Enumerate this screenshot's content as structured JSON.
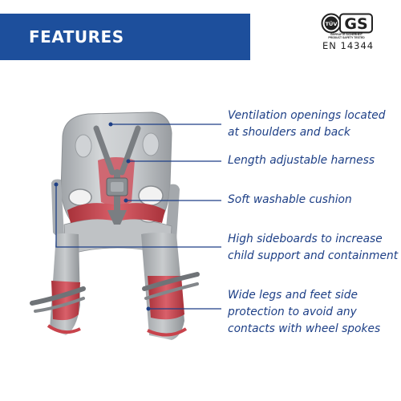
{
  "banner": {
    "title": "FEATURES"
  },
  "certification": {
    "mark_text": "GS",
    "tuv_text": "TÜV",
    "description_line1": "Geprüfte Sicherheit",
    "description_line2": "Product safety tested",
    "standard": "EN 14344"
  },
  "features": [
    {
      "line1": "Ventilation openings located",
      "line2": "at shoulders and back"
    },
    {
      "line1": "Length adjustable harness"
    },
    {
      "line1": "Soft washable cushion"
    },
    {
      "line1": "High sideboards to increase",
      "line2": "child support and containment"
    },
    {
      "line1": "Wide legs and feet side",
      "line2": "protection to avoid any",
      "line3": "contacts with wheel spokes"
    }
  ],
  "colors": {
    "banner": "#1d4f9c",
    "feature_text": "#1d3f86",
    "leader_line": "#1d3f86",
    "seat_shell": "#b9bcbf",
    "harness_red": "#c8434c"
  }
}
